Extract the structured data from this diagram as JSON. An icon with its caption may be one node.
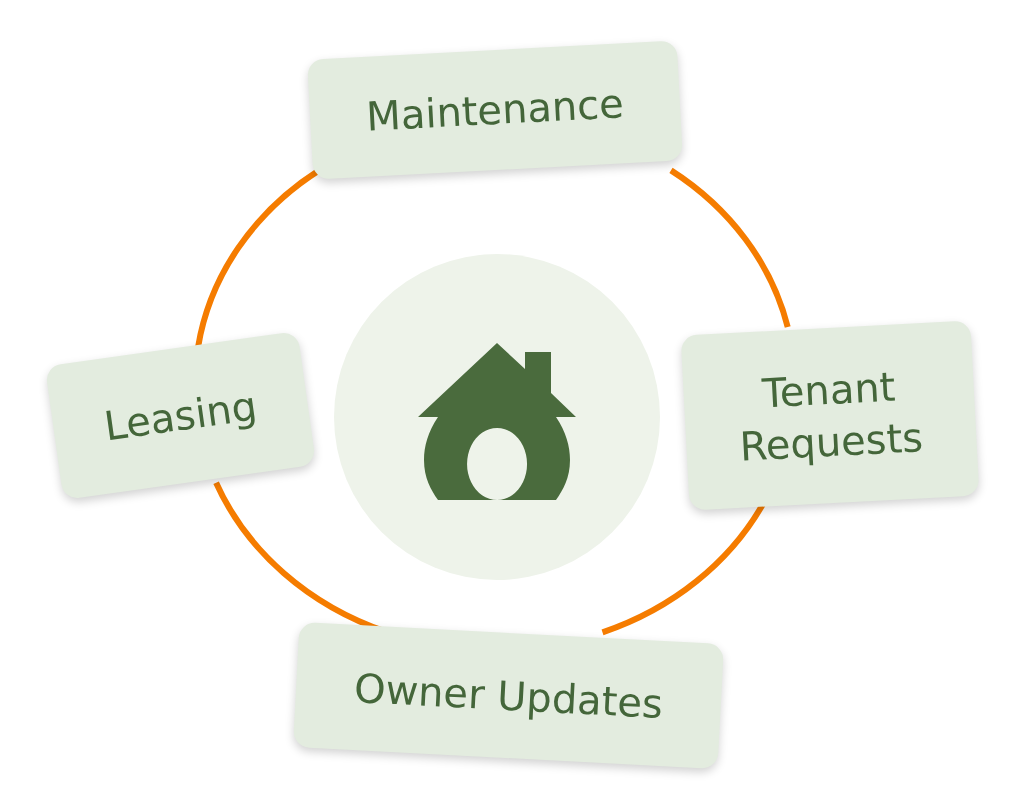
{
  "diagram": {
    "nodes": [
      {
        "text": [
          "Maintenance"
        ]
      },
      {
        "text": [
          "Tenant Requests"
        ]
      },
      {
        "text": [
          "Owner Updates"
        ]
      },
      {
        "text": [
          "Leasing"
        ]
      }
    ],
    "edges": [
      {
        "from": 0,
        "to": 1,
        "arrow": "none"
      },
      {
        "from": 1,
        "to": 2,
        "arrow": "none"
      },
      {
        "from": 2,
        "to": 3,
        "arrow": "none"
      },
      {
        "from": 3,
        "to": 0,
        "arrow": "none"
      }
    ]
  }
}
